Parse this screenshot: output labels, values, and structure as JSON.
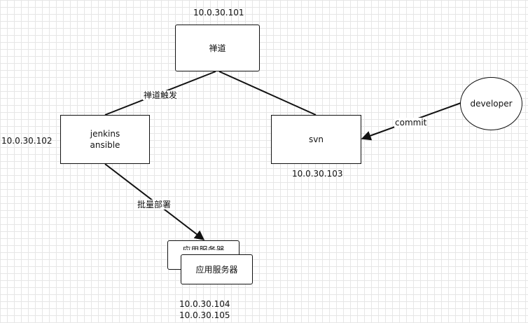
{
  "nodes": {
    "chandao": {
      "label": "禅道",
      "ip": "10.0.30.101"
    },
    "jenkins": {
      "label": "jenkins\nansible",
      "ip": "10.0.30.102"
    },
    "svn": {
      "label": "svn",
      "ip": "10.0.30.103"
    },
    "developer": {
      "label": "developer"
    },
    "app_servers": {
      "label": "应用服务器",
      "back_label": "应用服务器",
      "ips": [
        "10.0.30.104",
        "10.0.30.105"
      ]
    }
  },
  "edges": {
    "chandao_jenkins": "禅道触发",
    "developer_svn": "commit",
    "jenkins_app": "批量部署"
  }
}
